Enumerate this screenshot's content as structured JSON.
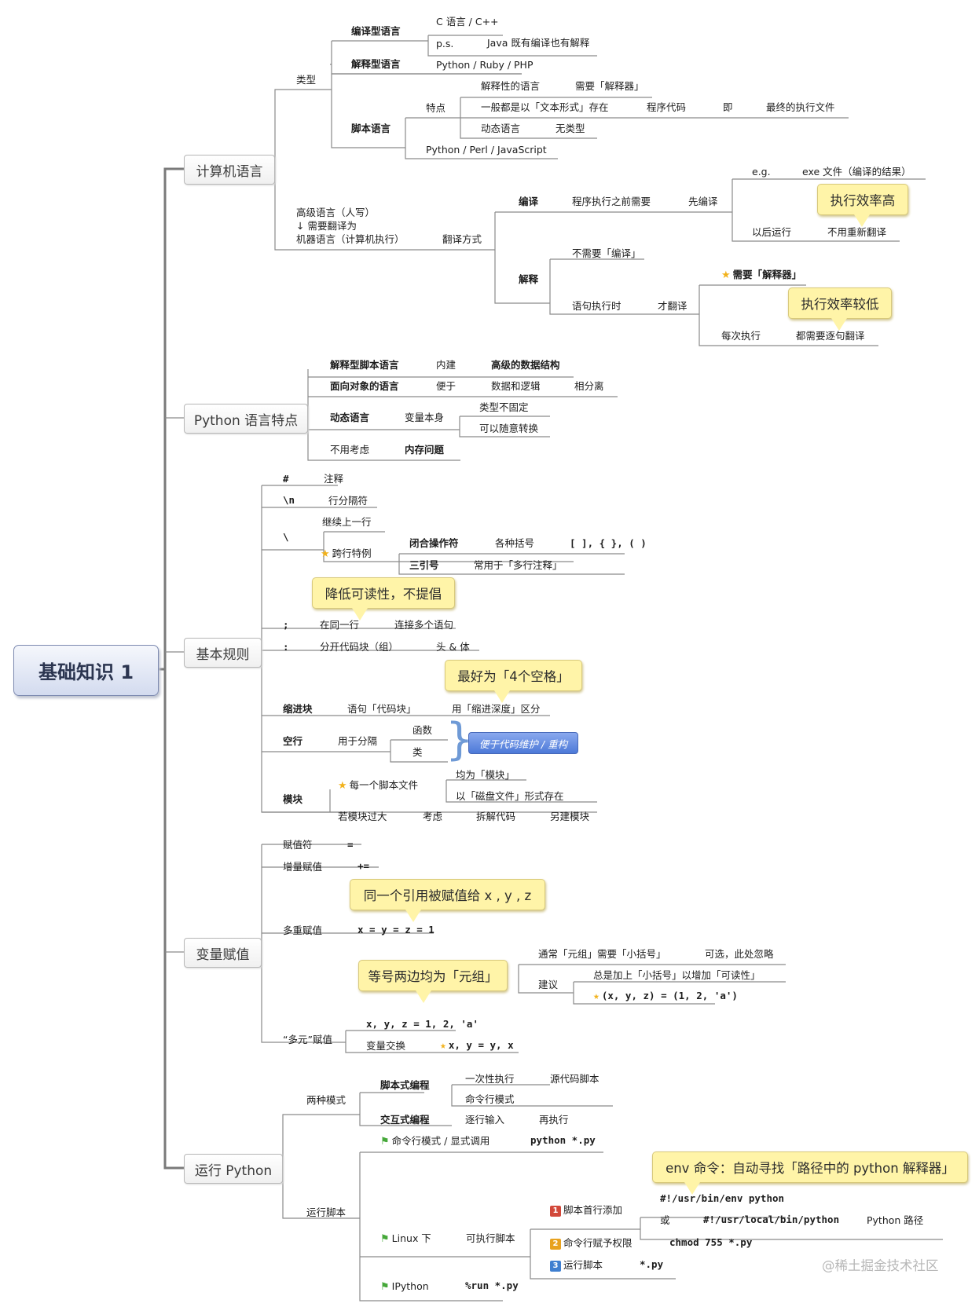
{
  "root": "基础知识 1",
  "watermark": "@稀土掘金技术社区",
  "colors": {
    "line": "#8a8a8a",
    "callout_bg": "#fff4a8",
    "pill": "#5a85e0"
  },
  "branches": {
    "computer_language": "计算机语言",
    "python_features": "Python 语言特点",
    "basic_rules": "基本规则",
    "variable_assignment": "变量赋值",
    "run_python": "运行 Python"
  },
  "cl": {
    "type": "类型",
    "compiled": "编译型语言",
    "c_cpp": "C 语言 / C++",
    "ps": "p.s.",
    "java": "Java 既有编译也有解释",
    "interpreted": "解释型语言",
    "py_ruby_php": "Python / Ruby / PHP",
    "script": "脚本语言",
    "feature": "特点",
    "interp_lang": "解释性的语言",
    "need_interp": "需要「解释器」",
    "text_form": "一般都是以「文本形式」存在",
    "program_code": "程序代码",
    "ji": "即",
    "final_exec": "最终的执行文件",
    "dynamic": "动态语言",
    "no_type": "无类型",
    "py_perl_js": "Python / Perl / JavaScript",
    "highlevel_1": "高级语言（人写）",
    "highlevel_2": "↓ 需要翻译为",
    "highlevel_3": "机器语言（计算机执行）",
    "translate_way": "翻译方式",
    "compile": "编译",
    "before_exec": "程序执行之前需要",
    "compile_first": "先编译",
    "eg": "e.g.",
    "exe_file": "exe 文件（编译的结果）",
    "callout_high": "执行效率高",
    "run_later": "以后运行",
    "no_retrans": "不用重新翻译",
    "interpret": "解释",
    "no_compile": "不需要「编译」",
    "need_interpreter": "需要「解释器」",
    "callout_low": "执行效率较低",
    "stmt_exec": "语句执行时",
    "then_trans": "才翻译",
    "each_exec": "每次执行",
    "line_by_line": "都需要逐句翻译"
  },
  "pf": {
    "interp_script": "解释型脚本语言",
    "builtin": "内建",
    "adv_ds": "高级的数据结构",
    "oo": "面向对象的语言",
    "convenient": "便于",
    "data_logic": "数据和逻辑",
    "separate": "相分离",
    "dynamic": "动态语言",
    "var_itself": "变量本身",
    "type_unfixed": "类型不固定",
    "can_convert": "可以随意转换",
    "no_care": "不用考虑",
    "memory": "内存问题"
  },
  "br": {
    "hash": "#",
    "comment": "注释",
    "newline": "\\n",
    "line_sep": "行分隔符",
    "backslash": "\\",
    "continue_prev": "继续上一行",
    "cross_line": "跨行特例",
    "closing_ops": "闭合操作符",
    "brackets": "各种括号",
    "bracket_syms": "[ ], { }, ( )",
    "triple_quote": "三引号",
    "multiline_comment": "常用于「多行注释」",
    "callout_readability": "降低可读性，不提倡",
    "semicolon": ";",
    "same_line": "在同一行",
    "connect_stmts": "连接多个语句",
    "colon": ":",
    "sep_block": "分开代码块（组）",
    "head_body": "头 & 体",
    "callout_4spaces": "最好为「4个空格」",
    "indent_block": "缩进块",
    "stmt_codeblock": "语句「代码块」",
    "indent_depth": "用「缩进深度」区分",
    "blank_line": "空行",
    "for_separate": "用于分隔",
    "function": "函数",
    "class": "类",
    "maintain": "便于代码维护 / 重构",
    "module": "模块",
    "each_script": "每一个脚本文件",
    "all_modules": "均为「模块」",
    "disk_file": "以「磁盘文件」形式存在",
    "too_large": "若模块过大",
    "consider": "考虑",
    "split_code": "拆解代码",
    "new_module": "另建模块"
  },
  "va": {
    "assign_op": "赋值符",
    "eq": "=",
    "aug_assign": "增量赋值",
    "plus_eq": "+=",
    "callout_same_ref": "同一个引用被赋值给 x , y , z",
    "multi_assign": "多重赋值",
    "xyz_1": "x = y = z = 1",
    "tuple_need_paren": "通常「元组」需要「小括号」",
    "optional": "可选，此处忽略",
    "callout_tuple": "等号两边均为「元组」",
    "suggest": "建议",
    "always_paren": "总是加上「小括号」以增加「可读性」",
    "tuple_example": "(x, y, z) = (1, 2, 'a')",
    "xyz_tuple": "x, y, z = 1, 2, 'a'",
    "multi_tuple": "“多元”赋值",
    "swap": "变量交换",
    "swap_example": "x, y = y, x"
  },
  "rp": {
    "two_modes": "两种模式",
    "script_prog": "脚本式编程",
    "run_once": "一次性执行",
    "source_script": "源代码脚本",
    "cmd_mode": "命令行模式",
    "interactive": "交互式编程",
    "line_input": "逐行输入",
    "then_exec": "再执行",
    "cmd_explicit": "命令行模式 / 显式调用",
    "python_py": "python *.py",
    "callout_env": "env 命令：自动寻找「路径中的 python 解释器」",
    "run_script": "运行脚本",
    "first_line": "脚本首行添加",
    "env_python": "#!/usr/bin/env python",
    "or": "或",
    "local_python": "#!/usr/local/bin/python",
    "python_path": "Python 路径",
    "linux": "Linux 下",
    "executable": "可执行脚本",
    "grant_perm": "命令行赋予权限",
    "chmod": "chmod 755 *.py",
    "run_step": "运行脚本",
    "star_py": "*.py",
    "ipython": "IPython",
    "run_py": "%run *.py"
  }
}
